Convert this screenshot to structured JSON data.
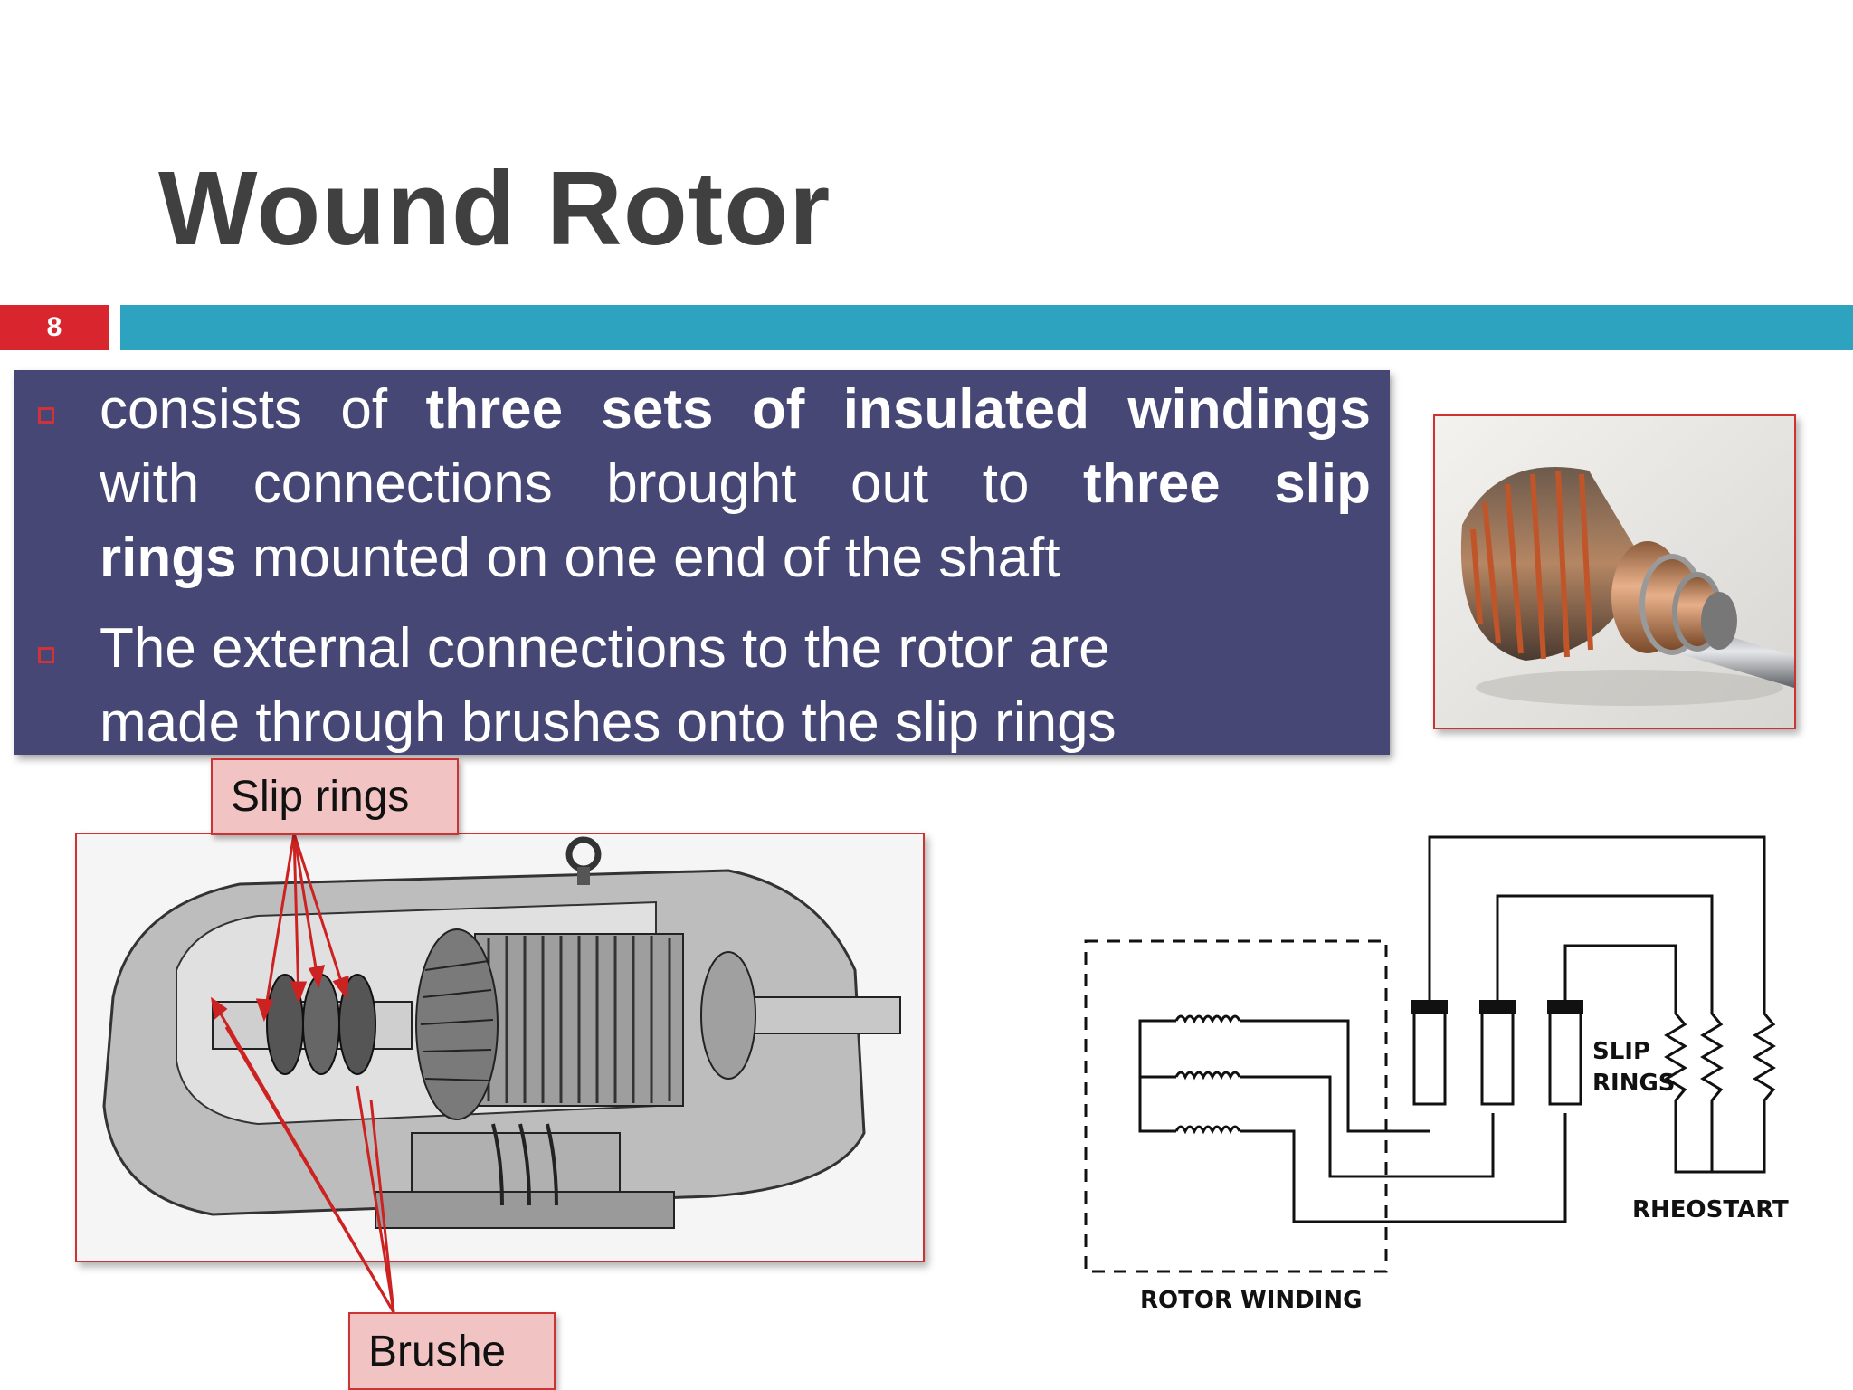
{
  "slide": {
    "title": "Wound Rotor",
    "number": "8"
  },
  "bullets": [
    {
      "segments": [
        {
          "text": "consists of ",
          "bold": false
        },
        {
          "text": "three sets of insulated windings",
          "bold": true
        },
        {
          "text": " with connections brought out to ",
          "bold": false
        },
        {
          "text": "three slip rings",
          "bold": true
        },
        {
          "text": " mounted on one end of the shaft",
          "bold": false
        }
      ],
      "line1_a": "consists of ",
      "line1_b": "three sets of insulated windings",
      "line2_a": "with connections brought out to ",
      "line2_b": "three slip",
      "line3_a": "rings",
      "line3_b": " mounted on one end of the shaft"
    },
    {
      "line1": "The external connections to the rotor are",
      "line2": "made through brushes onto the slip rings"
    }
  ],
  "callouts": {
    "slip_rings": "Slip rings",
    "brushes": "Brushe"
  },
  "schematic": {
    "slip_rings_label_1": "SLIP",
    "slip_rings_label_2": "RINGS",
    "rheostat_label": "RHEOSTART",
    "rotor_winding_label": "ROTOR WINDING"
  },
  "colors": {
    "panel": "#464775",
    "accent_red": "#d9262e",
    "accent_teal": "#2ea3bf",
    "title": "#404040"
  }
}
